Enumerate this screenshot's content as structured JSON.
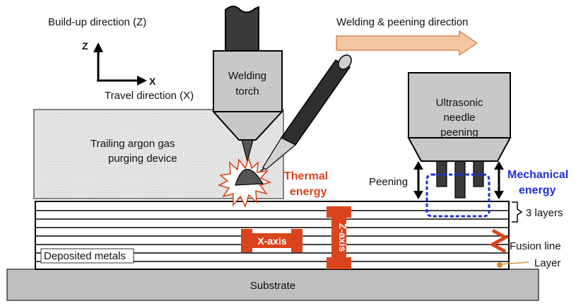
{
  "colors": {
    "thermal": "#d9441c",
    "mechanical": "#1d2fd6",
    "axis_marker": "#d9441c",
    "arrow_fill": "#f5c6a3",
    "arrow_stroke": "#d98a55",
    "torch_gray": "#c8c8c8",
    "dark": "#3a3a3a",
    "substrate": "#bfbfbf",
    "layer_dot": "#d98a3a"
  },
  "icons": {
    "torch": "welding-torch-icon",
    "filler": "filler-wire-icon",
    "peener": "needle-peener-icon",
    "arc": "arc-flame-icon"
  },
  "labels": {
    "build_up_direction": "Build-up direction (Z)",
    "axis_z": "Z",
    "axis_x": "X",
    "travel_direction": "Travel direction (X)",
    "welding_peening_direction": "Welding & peening direction",
    "welding_torch_line1": "Welding",
    "welding_torch_line2": "torch",
    "trailing_line1": "Trailing argon gas",
    "trailing_line2": "purging device",
    "thermal_line1": "Thermal",
    "thermal_line2": "energy",
    "ultrasonic_line1": "Ultrasonic",
    "ultrasonic_line2": "needle",
    "ultrasonic_line3": "peening",
    "peening": "Peening",
    "mechanical_line1": "Mechanical",
    "mechanical_line2": "energy",
    "three_layers": "3 layers",
    "x_axis_marker": "X-axis",
    "z_axis_marker": "Z-axis",
    "fusion_line": "Fusion line",
    "layer": "Layer",
    "deposited_metals": "Deposited metals",
    "substrate": "Substrate"
  }
}
